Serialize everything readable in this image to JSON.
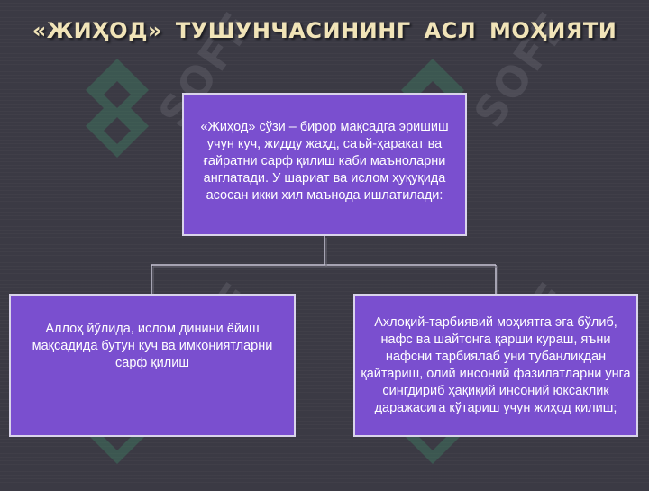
{
  "title": "«ЖИҲОД»  ТУШУНЧАСИНИНГ  АСЛ  МОҲИЯТИ",
  "watermark_text": "SOFF",
  "colors": {
    "background": "#3b3a44",
    "box_fill": "#7a4fcf",
    "box_border": "#d9d4ea",
    "title_text": "#f1e4b8",
    "connector": "#c9c6d6"
  },
  "diagram": {
    "top_box": {
      "text": "«Жиҳод» сўзи – бирор мақсадга эришиш учун куч, жидду жаҳд, саъй-ҳаракат ва ғайратни сарф қилиш каби маъноларни англатади. У шариат ва ислом ҳуқуқида асосан икки хил маънода ишлатилади:"
    },
    "left_box": {
      "text": "Аллоҳ йўлида, ислом динини ёйиш мақсадида бутун куч ва имкониятларни сарф қилиш"
    },
    "right_box": {
      "text": "Ахлоқий-тарбиявий моҳиятга эга бўлиб, нафс ва шайтонга қарши кураш, яъни нафсни тарбиялаб уни тубанликдан қайтариш, олий инсоний фазилатларни унга сингдириб ҳақиқий инсоний юксаклик даражасига кўтариш учун жиҳод қилиш;"
    }
  }
}
